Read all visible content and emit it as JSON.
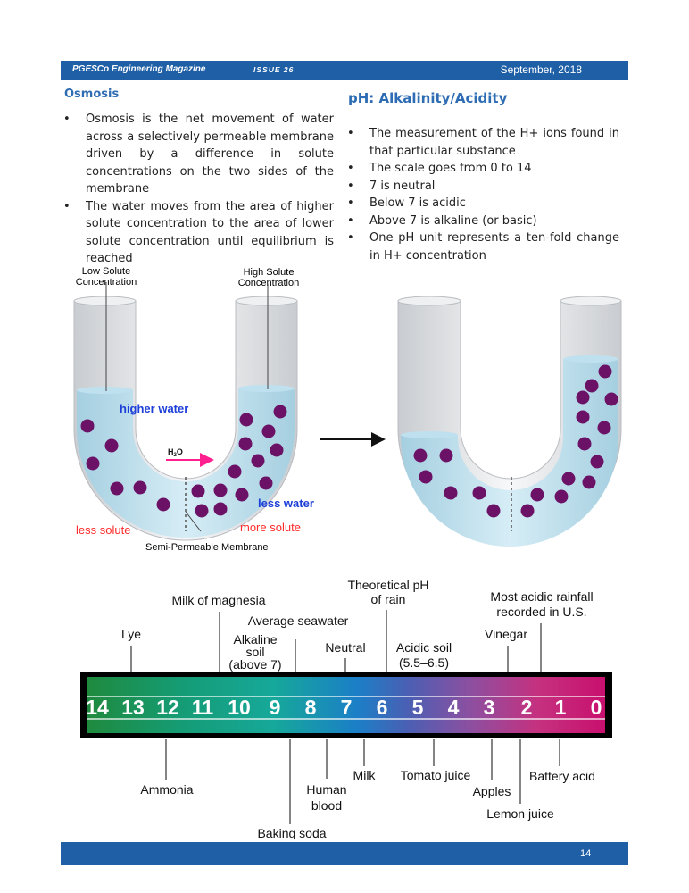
{
  "header": {
    "magazine": "PGESCo Engineering Magazine",
    "issue": "ISSUE 26",
    "date": "September, 2018"
  },
  "osmosis": {
    "title": "Osmosis",
    "bullets": [
      "Osmosis is the net movement of water across a selectively permeable membrane driven by a difference in solute concentrations on the two sides of the membrane",
      "The water moves from the area of higher solute concentration to the area of lower solute concentration until equilibrium is reached"
    ]
  },
  "ph": {
    "title": "pH: Alkalinity/Acidity",
    "bullets": [
      "The measurement of the H+ ions found in that particular substance",
      "The scale goes from 0 to 14",
      "7 is neutral",
      "Below 7 is acidic",
      "Above 7 is alkaline (or basic)",
      "One pH unit represents a ten-fold change in H+ concentration"
    ]
  },
  "osmosis_diagram": {
    "low_solute": [
      "Low Solute",
      "Concentration"
    ],
    "high_solute": [
      "High Solute",
      "Concentration"
    ],
    "higher_water": "higher water",
    "h2o": "H",
    "h2o_sub": "2",
    "h2o_end": "O",
    "less_water": "less water",
    "less_solute": "less solute",
    "more_solute": "more solute",
    "membrane": "Semi-Permeable Membrane"
  },
  "ph_scale": {
    "numbers": [
      "14",
      "13",
      "12",
      "11",
      "10",
      "9",
      "8",
      "7",
      "6",
      "5",
      "4",
      "3",
      "2",
      "1",
      "0"
    ],
    "top_labels": {
      "lye": "Lye",
      "milk_of_magnesia": "Milk of magnesia",
      "average_seawater": "Average seawater",
      "alkaline_soil": [
        "Alkaline",
        "soil",
        "(above 7)"
      ],
      "neutral": "Neutral",
      "theoretical_rain": [
        "Theoretical pH",
        "of rain"
      ],
      "acidic_soil": [
        "Acidic soil",
        "(5.5–6.5)"
      ],
      "vinegar": "Vinegar",
      "acidic_rainfall": [
        "Most acidic rainfall",
        "recorded in U.S."
      ]
    },
    "bottom_labels": {
      "ammonia": "Ammonia",
      "baking_soda": "Baking soda",
      "human_blood": [
        "Human",
        "blood"
      ],
      "milk": "Milk",
      "tomato_juice": "Tomato juice",
      "apples": "Apples",
      "lemon_juice": "Lemon juice",
      "battery_acid": "Battery acid"
    }
  },
  "footer": {
    "page": "14"
  }
}
